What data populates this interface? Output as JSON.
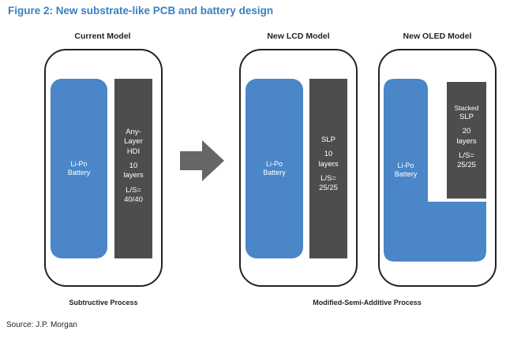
{
  "title": "Figure 2: New substrate-like PCB and battery design",
  "models": {
    "current": {
      "label": "Current Model",
      "battery": [
        "Li-Po",
        "Battery"
      ],
      "pcb": [
        "Any-",
        "Layer",
        "HDI",
        "",
        "10",
        "layers",
        "",
        "L/S=",
        "40/40"
      ]
    },
    "lcd": {
      "label": "New LCD Model",
      "battery": [
        "Li-Po",
        "Battery"
      ],
      "pcb": [
        "SLP",
        "",
        "10",
        "layers",
        "",
        "L/S=",
        "25/25"
      ]
    },
    "oled": {
      "label": "New OLED Model",
      "battery": [
        "Li-Po",
        "Battery"
      ],
      "pcb": [
        "Stacked",
        "SLP",
        "",
        "20",
        "layers",
        "",
        "L/S=",
        "25/25"
      ]
    }
  },
  "processes": {
    "subtractive": "Subtructive Process",
    "msap": "Modified-Semi-Additive Process"
  },
  "source": "Source: J.P. Morgan",
  "colors": {
    "title": "#3b7fc0",
    "battery": "#4a86c8",
    "pcb": "#4d4d4d",
    "arrow": "#666666"
  }
}
